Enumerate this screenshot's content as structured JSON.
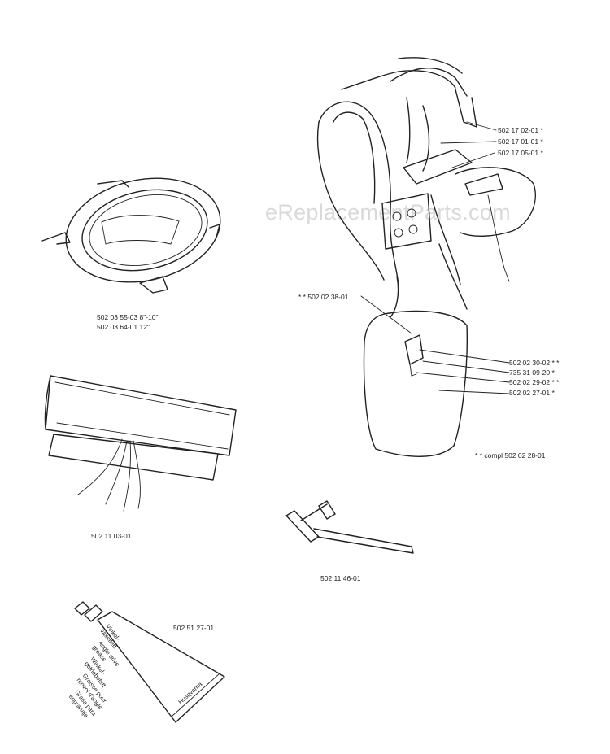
{
  "watermark": "eReplacementParts.com",
  "parts": {
    "ring_line1": "502 03 55-03 8\"-10\"",
    "ring_line2": "502 03 64-01 12\"",
    "pouch": "502 11 03-01",
    "grease": "502 51 27-01",
    "wrench": "502 11 46-01",
    "harness_1": "502 17 02-01  *",
    "harness_2": "502 17 01-01  *",
    "harness_3": "502 17 05-01  *",
    "hook": "* *  502 02 38-01",
    "pad_1": "502 02 30-02  * *",
    "pad_2": "735 31 09-20  *",
    "pad_3": "502 02 29-02  * *",
    "pad_4": "502 02 27-01  *",
    "compl": "* *  compl 502 02 28-01"
  },
  "tube": {
    "lines": [
      "Vinkel-",
      "växelfett",
      "Angle drive",
      "grease",
      "Winkel-",
      "getriebefett",
      "Graisse pour",
      "renvoi d'angle",
      "Grasa para",
      "engranaje"
    ],
    "brand": "Husqvarna"
  }
}
